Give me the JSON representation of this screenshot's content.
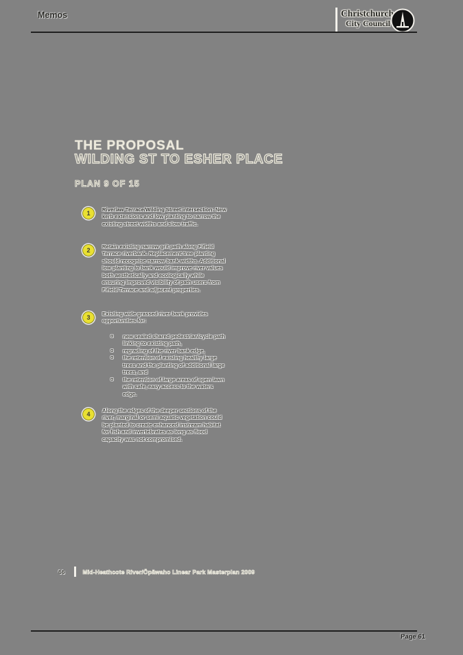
{
  "header": {
    "memos_label": "Memos",
    "logo": {
      "line1": "Christchurch",
      "line2": "City Council"
    }
  },
  "title_block": {
    "line1": "THE PROPOSAL",
    "line2": "WILDING ST TO ESHER PLACE",
    "plan_label": "PLAN 9 OF 15"
  },
  "items": [
    {
      "num": "1",
      "bold": "Riverlaw Terrace/Wilding Street intersection",
      "text": ": New kerb extensions and low planting to narrow the existing street widths and slow traffic."
    },
    {
      "num": "2",
      "text": "Retain existing narrow grit path along Fifield Terrace riverbank. Replacement tree planting should recognise narrow bank widths. Additional low planting to bank would improve river values both aesthetically and ecologically while ensuring improved visibility of path users from Fifield Terrace and adjacent properties."
    },
    {
      "num": "3",
      "text": "Existing wide grassed river bank provides opportunities for:",
      "bullets": [
        "new sealed shared pedestrian/cycle path linking to existing path,",
        "regrading of the river bank edge,",
        "the retention of existing healthy large trees and the planting of additional large trees, and",
        "the retention of large areas of open lawn with safe, easy access to the waters edge."
      ]
    },
    {
      "num": "4",
      "text": "Along the edges of the deeper sections of the river, marginal or semi aquatic vegetation could be planted to create enhanced instream habitat for fish and invertebrates as long as flood capacity was not compromised."
    }
  ],
  "bullet_marker": "o",
  "footer": {
    "page_num": "66",
    "doc_title": "Mid-Heathcote River/Ōpāwaho Linear Park Masterplan 2009",
    "page_label": "Page 61"
  },
  "colors": {
    "background": "#828282",
    "circle_fill": "#e9e032",
    "circle_border": "#8e8a22",
    "cream_accent": "#ece9dc",
    "text_dark": "#45453f",
    "rule_dark": "#1e1e1e"
  },
  "icons": {
    "council_logo": "cathedral-spire-in-circle-icon"
  }
}
